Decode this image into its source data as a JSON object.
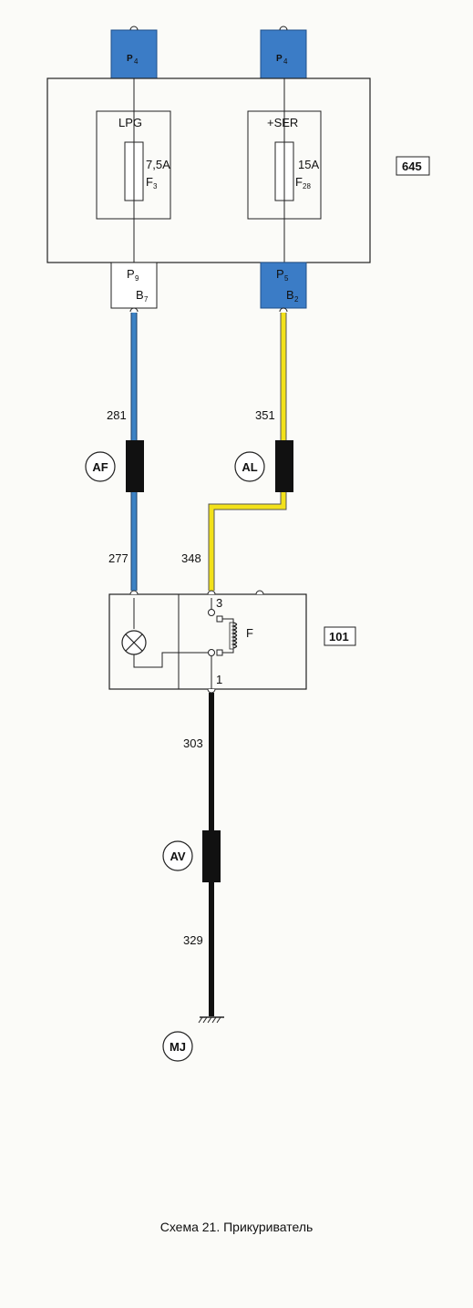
{
  "caption": "Схема 21. Прикуриватель",
  "colors": {
    "blue_wire": "#3c82c4",
    "yellow_wire": "#f2e11a",
    "black_wire": "#111111",
    "connector_blue": "#3b7cc6"
  },
  "fuse_box": {
    "id": "645",
    "top_pins": [
      {
        "letter": "P",
        "sub": "4"
      },
      {
        "letter": "P",
        "sub": "4"
      }
    ],
    "fuse_lpg": {
      "name": "LPG",
      "rating": "7,5A",
      "fuse_letter": "F",
      "fuse_sub": "3"
    },
    "fuse_ser": {
      "name": "+SER",
      "rating": "15A",
      "fuse_letter": "F",
      "fuse_sub": "28"
    },
    "bottom_left_pin": {
      "letter": "P",
      "sub": "9",
      "b_letter": "B",
      "b_sub": "7"
    },
    "bottom_right_pin": {
      "letter": "P",
      "sub": "5",
      "b_letter": "B",
      "b_sub": "2"
    }
  },
  "wires": {
    "w281": "281",
    "w277": "277",
    "w351": "351",
    "w348": "348",
    "w303": "303",
    "w329": "329"
  },
  "connectors": {
    "af": "AF",
    "al": "AL",
    "av": "AV",
    "mj": "MJ"
  },
  "lighter": {
    "id": "101",
    "pin3": "3",
    "pin1": "1",
    "element": "F"
  }
}
